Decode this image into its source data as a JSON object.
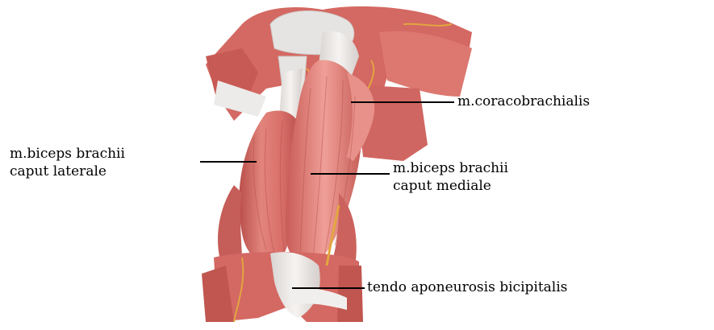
{
  "labels": {
    "coracobrachialis": "m.coracobrachialis",
    "biceps_lateral_line1": "m.biceps brachii",
    "biceps_lateral_line2": "caput laterale",
    "biceps_medial_line1": "m.biceps brachii",
    "biceps_medial_line2": "caput mediale",
    "tendo": "tendo aponeurosis bicipitalis"
  },
  "colors": {
    "muscle": "#d9706a",
    "muscle_dark": "#b94e4a",
    "muscle_light": "#ee9b93",
    "tendon": "#eceae8",
    "bone": "#e6e4e2",
    "leader_line": "#000000",
    "nerve": "#e2a640",
    "background": "#ffffff"
  }
}
